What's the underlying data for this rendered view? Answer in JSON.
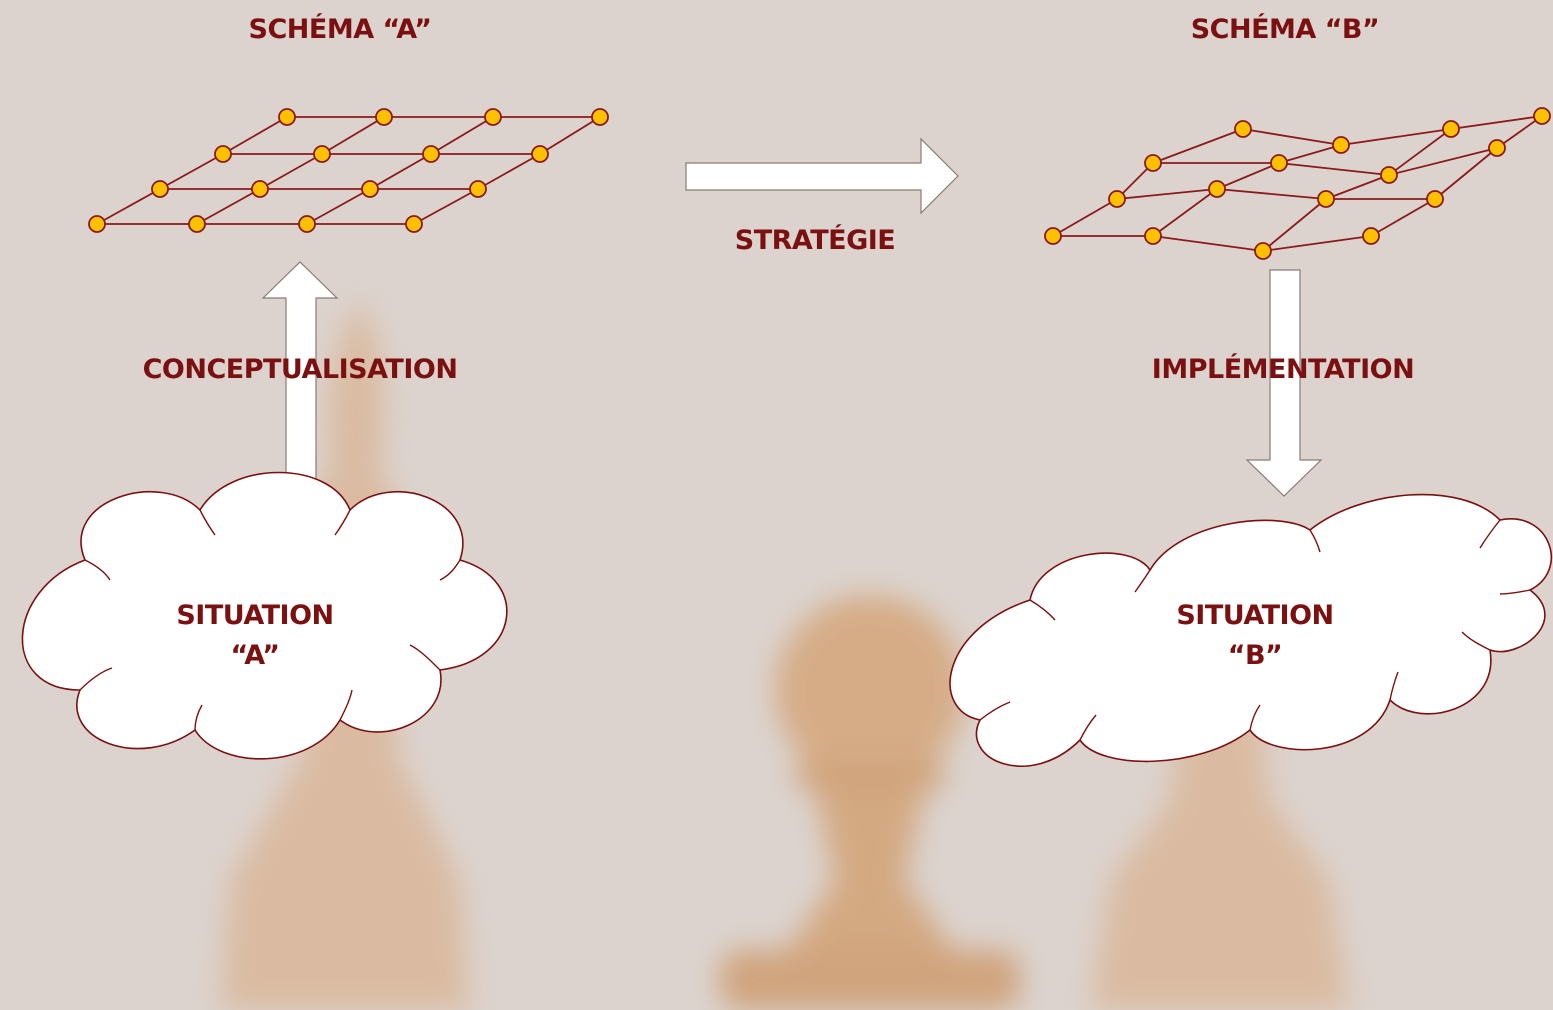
{
  "labels": {
    "schema_a": "SCHÉMA “A”",
    "schema_b": "SCHÉMA “B”",
    "strategie": "STRATÉGIE",
    "conceptualisation": "CONCEPTUALISATION",
    "implementation": "IMPLÉMENTATION"
  },
  "clouds": {
    "a": {
      "line1": "SITUATION",
      "line2": "“A”"
    },
    "b": {
      "line1": "SITUATION",
      "line2": "“B”"
    }
  },
  "colors": {
    "text": "#7b1010",
    "edge": "#8b1a1a",
    "node_fill": "#ffc000",
    "arrow_fill": "#ffffff",
    "arrow_stroke": "#8c7a74",
    "background": "#dcd3ce"
  }
}
